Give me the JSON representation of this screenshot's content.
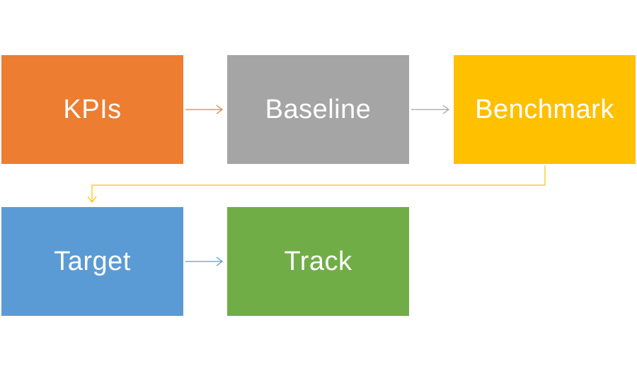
{
  "diagram": {
    "steps": [
      {
        "label": "KPIs",
        "color": "#ED7D31"
      },
      {
        "label": "Baseline",
        "color": "#A5A5A5"
      },
      {
        "label": "Benchmark",
        "color": "#FFC000"
      },
      {
        "label": "Target",
        "color": "#5B9BD5"
      },
      {
        "label": "Track",
        "color": "#70AD47"
      }
    ],
    "connectors": [
      {
        "from": "KPIs",
        "to": "Baseline",
        "color": "#ED7D31"
      },
      {
        "from": "Baseline",
        "to": "Benchmark",
        "color": "#A5A5A5"
      },
      {
        "from": "Benchmark",
        "to": "Target",
        "color": "#FFC000"
      },
      {
        "from": "Target",
        "to": "Track",
        "color": "#5B9BD5"
      }
    ]
  }
}
